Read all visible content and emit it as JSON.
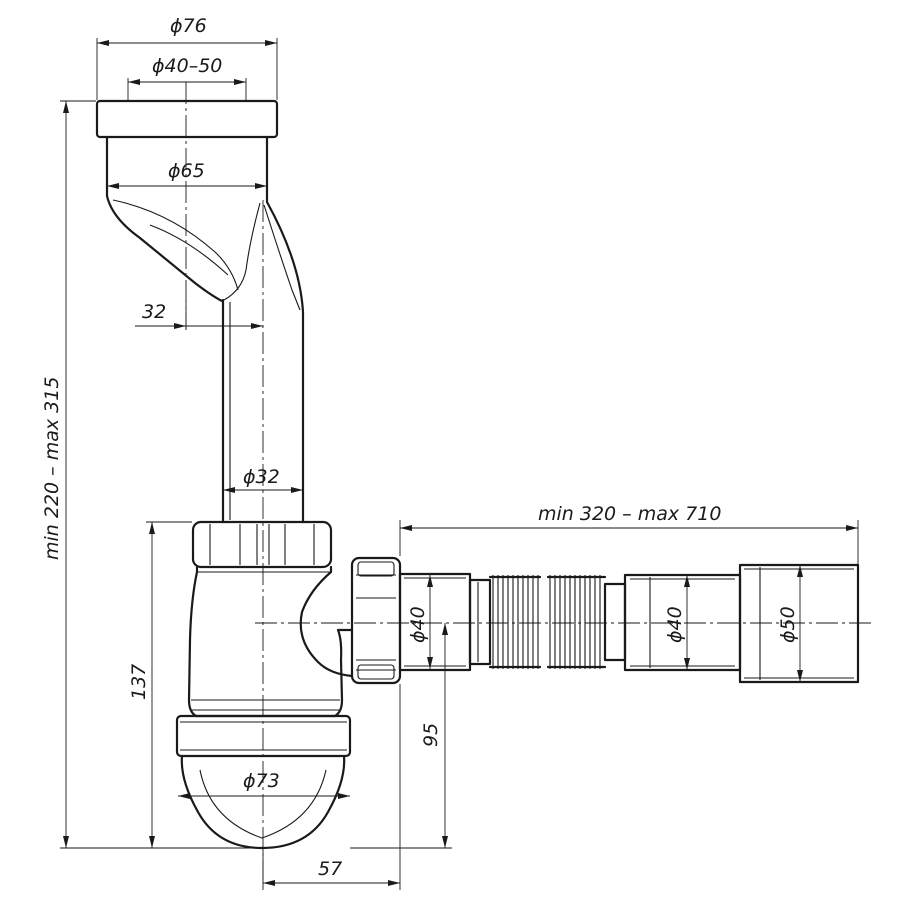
{
  "diagram": {
    "dimensions": {
      "top_flange_diameter": "ϕ76",
      "outlet_diameter_range": "ϕ40–50",
      "inlet_body_diameter": "ϕ65",
      "offset": "32",
      "tube_diameter": "ϕ32",
      "overall_height": "min 220 – max 315",
      "flexible_length": "min 320 – max 710",
      "trap_height": "137",
      "side_connector_diameter": "ϕ40",
      "hose_diameter": "ϕ40",
      "end_diameter": "ϕ50",
      "outlet_height": "95",
      "bottle_diameter": "ϕ73",
      "horizontal_offset": "57"
    }
  }
}
